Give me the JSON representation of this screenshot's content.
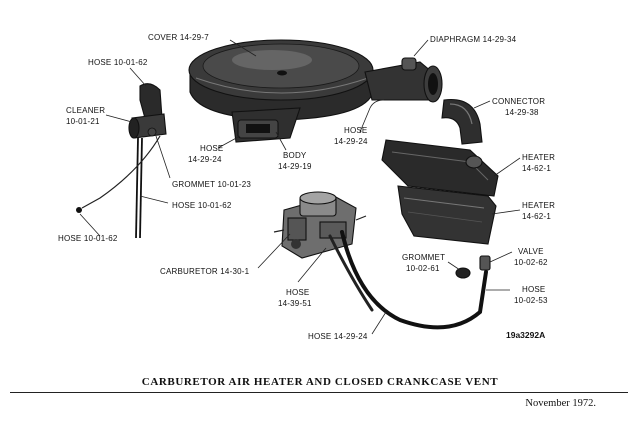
{
  "labels": {
    "cover": "COVER 14-29-7",
    "diaphragm": "DIAPHRAGM 14-29-34",
    "hose_top_left": "HOSE 10-01-62",
    "cleaner_l1": "CLEANER",
    "cleaner_l2": "10-01-21",
    "connector_l1": "CONNECTOR",
    "connector_l2": "14-29-38",
    "hose_mid_l1": "HOSE",
    "hose_mid_l2": "14-29-24",
    "hose_right_l1": "HOSE",
    "hose_right_l2": "14-29-24",
    "body_l1": "BODY",
    "body_l2": "14-29-19",
    "heater_upper_l1": "HEATER",
    "heater_upper_l2": "14-62-1",
    "heater_lower_l1": "HEATER",
    "heater_lower_l2": "14-62-1",
    "grommet_left": "GROMMET 10-01-23",
    "hose_left_mid": "HOSE 10-01-62",
    "hose_left_bottom": "HOSE 10-01-62",
    "valve_l1": "VALVE",
    "valve_l2": "10-02-62",
    "grommet_right_l1": "GROMMET",
    "grommet_right_l2": "10-02-61",
    "carburetor": "CARBURETOR 14-30-1",
    "hose_carb_l1": "HOSE",
    "hose_carb_l2": "14-39-51",
    "hose_valve_l1": "HOSE",
    "hose_valve_l2": "10-02-53",
    "hose_bottom": "HOSE 14-29-24",
    "figure_id": "19a3292A"
  },
  "caption": "CARBURETOR AIR HEATER AND CLOSED CRANKCASE VENT",
  "date": "November 1972."
}
